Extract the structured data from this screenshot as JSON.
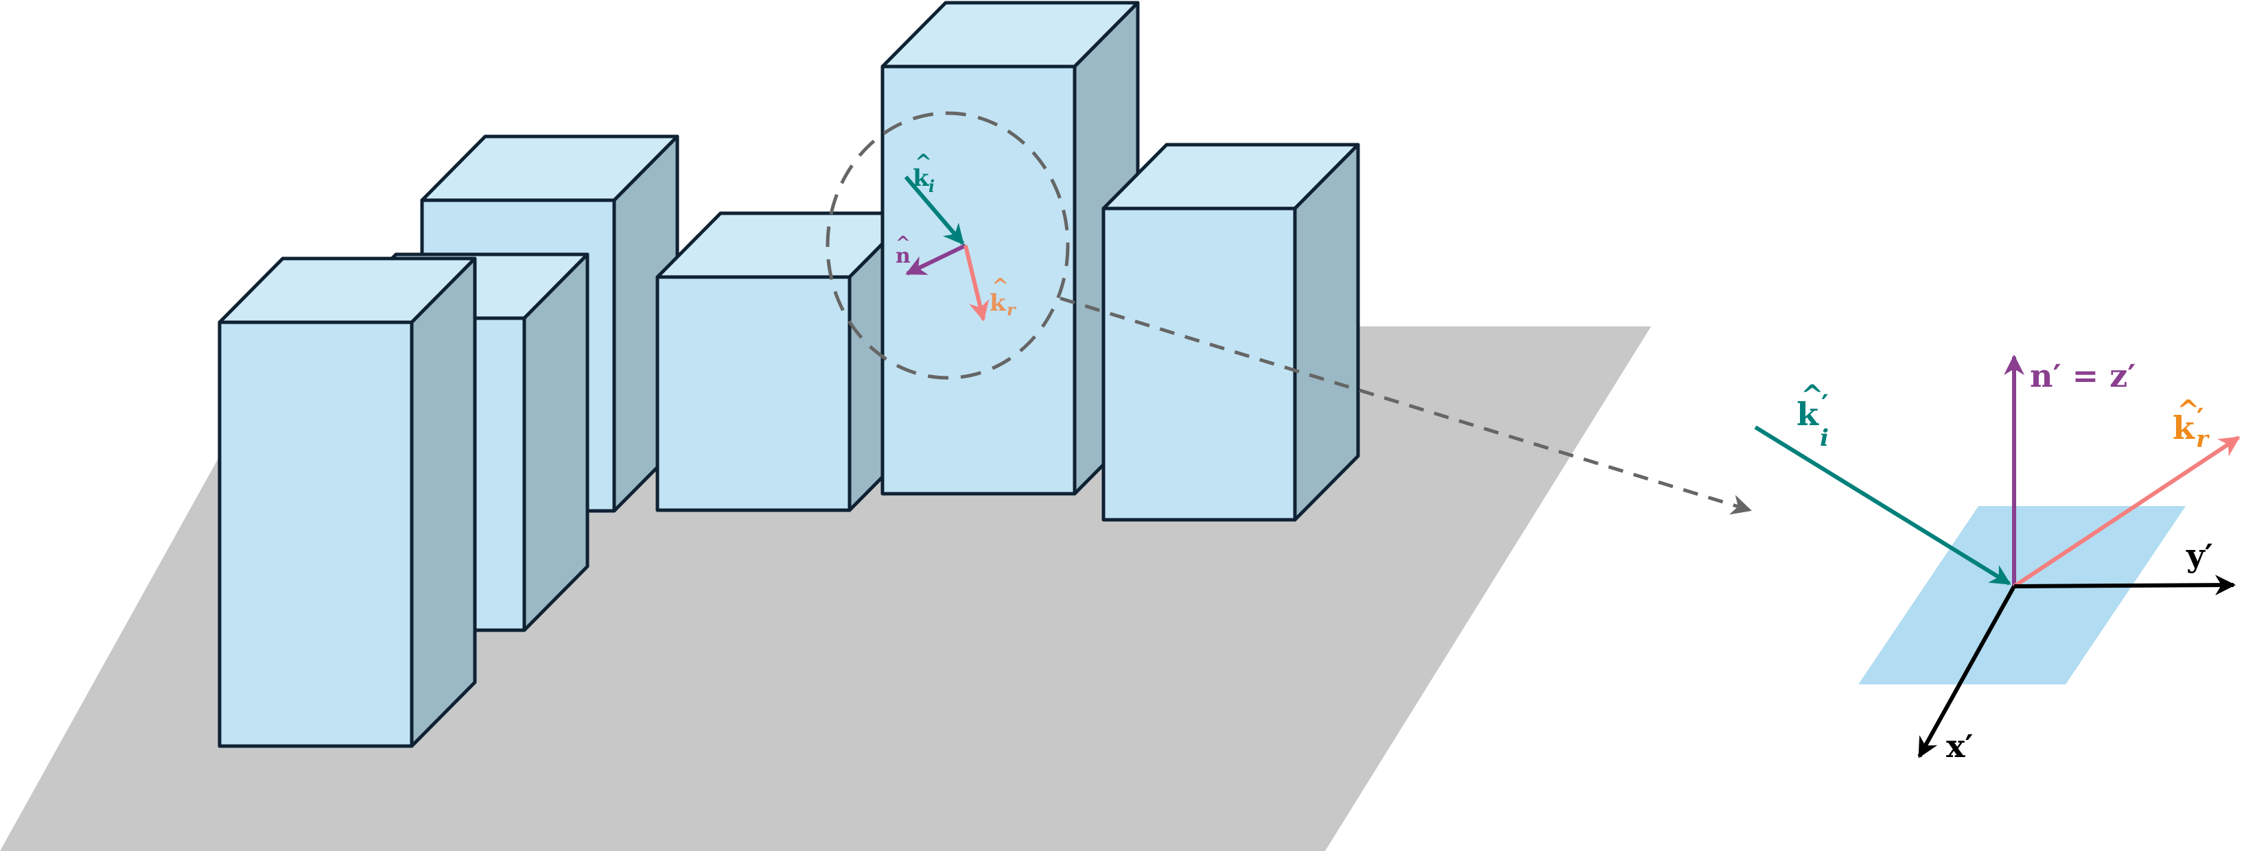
{
  "labels": {
    "ki": "k",
    "ki_sub": "i",
    "n": "n",
    "kr": "k",
    "kr_sub": "r",
    "ki_prime": "k",
    "ki_prime_sub": "i",
    "nz_prime": "n′ = z′",
    "kr_prime": "k",
    "kr_prime_sub": "r",
    "y_prime": "y′",
    "x_prime": "x′",
    "hat": "^",
    "prime": "′"
  },
  "colors": {
    "ground": "#c8c8c8",
    "building_front": "#c2e3f3",
    "building_top": "#cdeaf6",
    "building_side": "#9bb8c5",
    "building_edge": "#0f2233",
    "incident": "#00807a",
    "normal": "#8a3f8f",
    "reflected": "#f47f7f",
    "reflected_label_small": "#e8935a",
    "reflected_label_large": "#f08a1a",
    "axis": "#000000",
    "plane": "#a8d8f0",
    "dash": "#666666"
  }
}
